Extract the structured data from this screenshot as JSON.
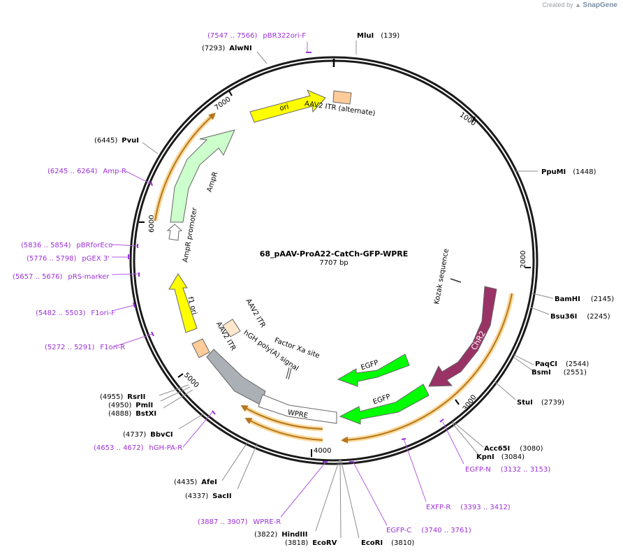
{
  "watermark": {
    "prefix": "Created by",
    "brand": "SnapGene"
  },
  "plasmid": {
    "name": "68_pAAV-ProA22-CatCh-GFP-WPRE",
    "size_label": "7707 bp",
    "length": 7707
  },
  "colors": {
    "backbone": "#1a1a1a",
    "enzyme_text": "#000000",
    "primer": "#9b30d9",
    "ori": "#ffff00",
    "amp": "#ccffcc",
    "itr": "#ffcc99",
    "egfp": "#00ff00",
    "chr2": "#993366",
    "wpre": "#ffffff",
    "polya": "#aab0b5",
    "orf": "#b4771f",
    "orf_glow": "#fbd99a"
  },
  "ticks": [
    "1000",
    "2000",
    "3000",
    "4000",
    "5000",
    "6000",
    "7000"
  ],
  "enzymes": [
    {
      "name": "MluI",
      "pos": "(139)"
    },
    {
      "name": "PpuMI",
      "pos": "(1448)"
    },
    {
      "name": "BamHI",
      "pos": "(2145)"
    },
    {
      "name": "Bsu36I",
      "pos": "(2245)"
    },
    {
      "name": "PaqCI",
      "pos": "(2544)"
    },
    {
      "name": "BsmI",
      "pos": "(2551)"
    },
    {
      "name": "StuI",
      "pos": "(2739)"
    },
    {
      "name": "Acc65I",
      "pos": "(3080)"
    },
    {
      "name": "KpnI",
      "pos": "(3084)"
    },
    {
      "name": "EcoRI",
      "pos": "(3810)"
    },
    {
      "name": "EcoRV",
      "pos": "(3818)"
    },
    {
      "name": "HindIII",
      "pos": "(3822)"
    },
    {
      "name": "SacII",
      "pos": "(4337)"
    },
    {
      "name": "AfeI",
      "pos": "(4435)"
    },
    {
      "name": "BbvCI",
      "pos": "(4737)"
    },
    {
      "name": "BstXI",
      "pos": "(4888)"
    },
    {
      "name": "PmlI",
      "pos": "(4950)"
    },
    {
      "name": "RsrII",
      "pos": "(4955)"
    },
    {
      "name": "PvuI",
      "pos": "(6445)"
    },
    {
      "name": "AlwNI",
      "pos": "(7293)"
    }
  ],
  "primers": [
    {
      "name": "pBR322ori-F",
      "range": "(7547 .. 7566)"
    },
    {
      "name": "Amp-R",
      "range": "(6245 .. 6264)"
    },
    {
      "name": "pBRforEco",
      "range": "(5836 .. 5854)"
    },
    {
      "name": "pGEX 3'",
      "range": "(5776 .. 5798)"
    },
    {
      "name": "pRS-marker",
      "range": "(5657 .. 5676)"
    },
    {
      "name": "F1ori-F",
      "range": "(5482 .. 5503)"
    },
    {
      "name": "F1ori-R",
      "range": "(5272 .. 5291)"
    },
    {
      "name": "hGH-PA-R",
      "range": "(4653 .. 4672)"
    },
    {
      "name": "WPRE-R",
      "range": "(3887 .. 3907)"
    },
    {
      "name": "EGFP-C",
      "range": "(3740 .. 3761)"
    },
    {
      "name": "EXFP-R",
      "range": "(3393 .. 3412)"
    },
    {
      "name": "EGFP-N",
      "range": "(3132 .. 3153)"
    }
  ],
  "features": [
    {
      "name": "ori"
    },
    {
      "name": "AAV2 ITR (alternate)"
    },
    {
      "name": "AmpR"
    },
    {
      "name": "AmpR promoter"
    },
    {
      "name": "f1 ori"
    },
    {
      "name": "AAV2 ITR"
    },
    {
      "name": "AAV2 ITR"
    },
    {
      "name": "hGH poly(A) signal"
    },
    {
      "name": "Factor Xa site"
    },
    {
      "name": "Kozak sequence"
    },
    {
      "name": "ChR2"
    },
    {
      "name": "EGFP"
    },
    {
      "name": "EGFP"
    },
    {
      "name": "WPRE"
    }
  ]
}
